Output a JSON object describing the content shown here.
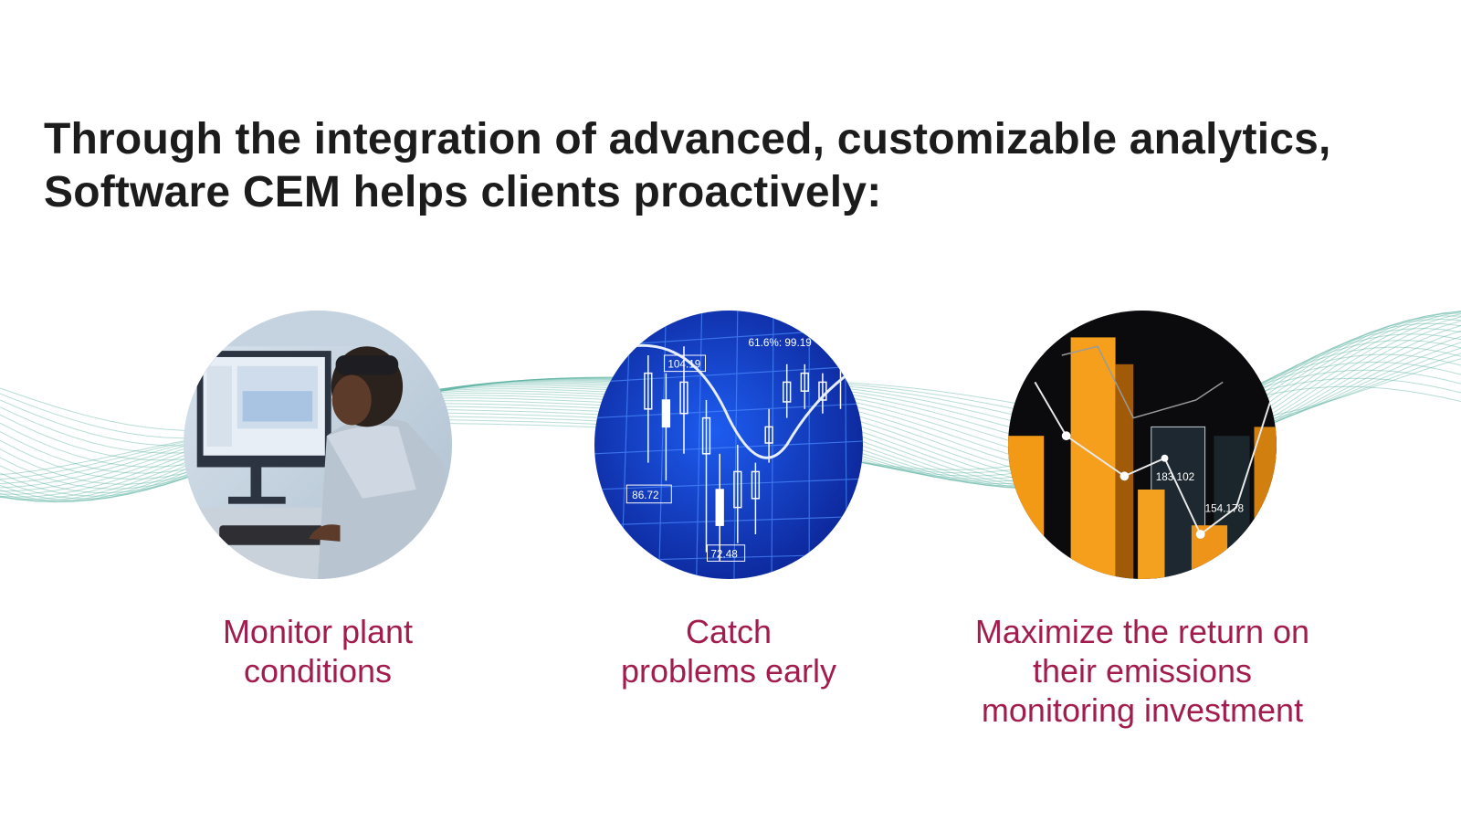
{
  "headline": {
    "line1": "Through the integration of advanced, customizable analytics,",
    "line2": "Software CEM helps clients proactively:"
  },
  "items": [
    {
      "lines": [
        "Monitor plant",
        "conditions"
      ],
      "image": "person-at-computer-photo"
    },
    {
      "lines": [
        "Catch",
        "problems early"
      ],
      "image": "stock-candlestick-chart-photo"
    },
    {
      "lines": [
        "Maximize the return on",
        "their emissions",
        "monitoring investment"
      ],
      "image": "orange-bar-chart-photo"
    }
  ],
  "photo_labels": {
    "top": "61.6%: 99.19",
    "left_top": "104.19",
    "left_bottom": "86.72",
    "bottom": "72.48",
    "bar_a": "183.102",
    "bar_b": "154.178"
  },
  "colors": {
    "heading": "#1c1c1c",
    "caption": "#a21d4e",
    "wave": "#5fb3a3"
  }
}
